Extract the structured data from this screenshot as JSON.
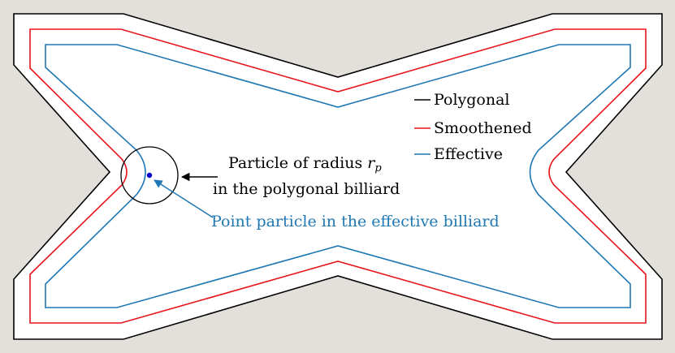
{
  "diagram": {
    "legend": {
      "polygonal": "Polygonal",
      "smoothened": "Smoothened",
      "effective": "Effective"
    },
    "annotations": {
      "particle_line1": "Particle of radius ",
      "particle_symbol": "r",
      "particle_subscript": "p",
      "particle_line2": "in the polygonal billiard",
      "point_particle": "Point particle in the effective billiard"
    },
    "colors": {
      "wall": "#e3e0dc",
      "polygonal": "#000000",
      "smoothened": "#e8141b",
      "effective": "#1f77b4",
      "particle": "#0000cc",
      "annotation_blue": "#1f77b4",
      "background": "#ffffff"
    }
  }
}
